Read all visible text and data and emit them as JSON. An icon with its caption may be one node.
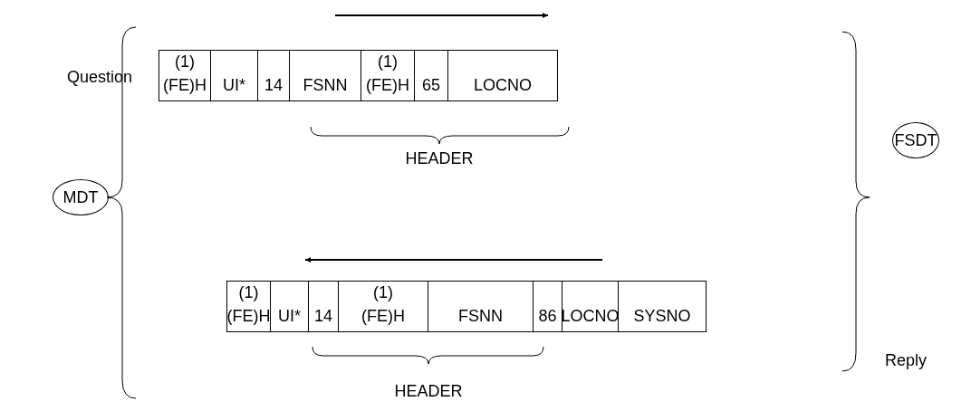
{
  "diagram": {
    "nodes": [
      {
        "text": [
          "(1) (FE)H"
        ]
      },
      {
        "text": [
          "UI*"
        ]
      },
      {
        "text": [
          "14"
        ]
      },
      {
        "text": [
          "FSNN"
        ]
      },
      {
        "text": [
          "(1) (FE)H"
        ]
      },
      {
        "text": [
          "65"
        ]
      },
      {
        "text": [
          "LOCNO"
        ]
      },
      {
        "text": [
          "FSDT"
        ]
      },
      {
        "text": [
          "MDT"
        ]
      },
      {
        "text": [
          "(1) (FE)H"
        ]
      },
      {
        "text": [
          "UI*"
        ]
      },
      {
        "text": [
          "14"
        ]
      },
      {
        "text": [
          "(1) (FE)H"
        ]
      },
      {
        "text": [
          "FSNN"
        ]
      },
      {
        "text": [
          "86"
        ]
      },
      {
        "text": [
          "LOCNO"
        ]
      },
      {
        "text": [
          "SYSNO"
        ]
      }
    ],
    "edges": [],
    "labels": [
      "Question",
      "HEADER",
      "HEADER",
      "Reply"
    ]
  }
}
